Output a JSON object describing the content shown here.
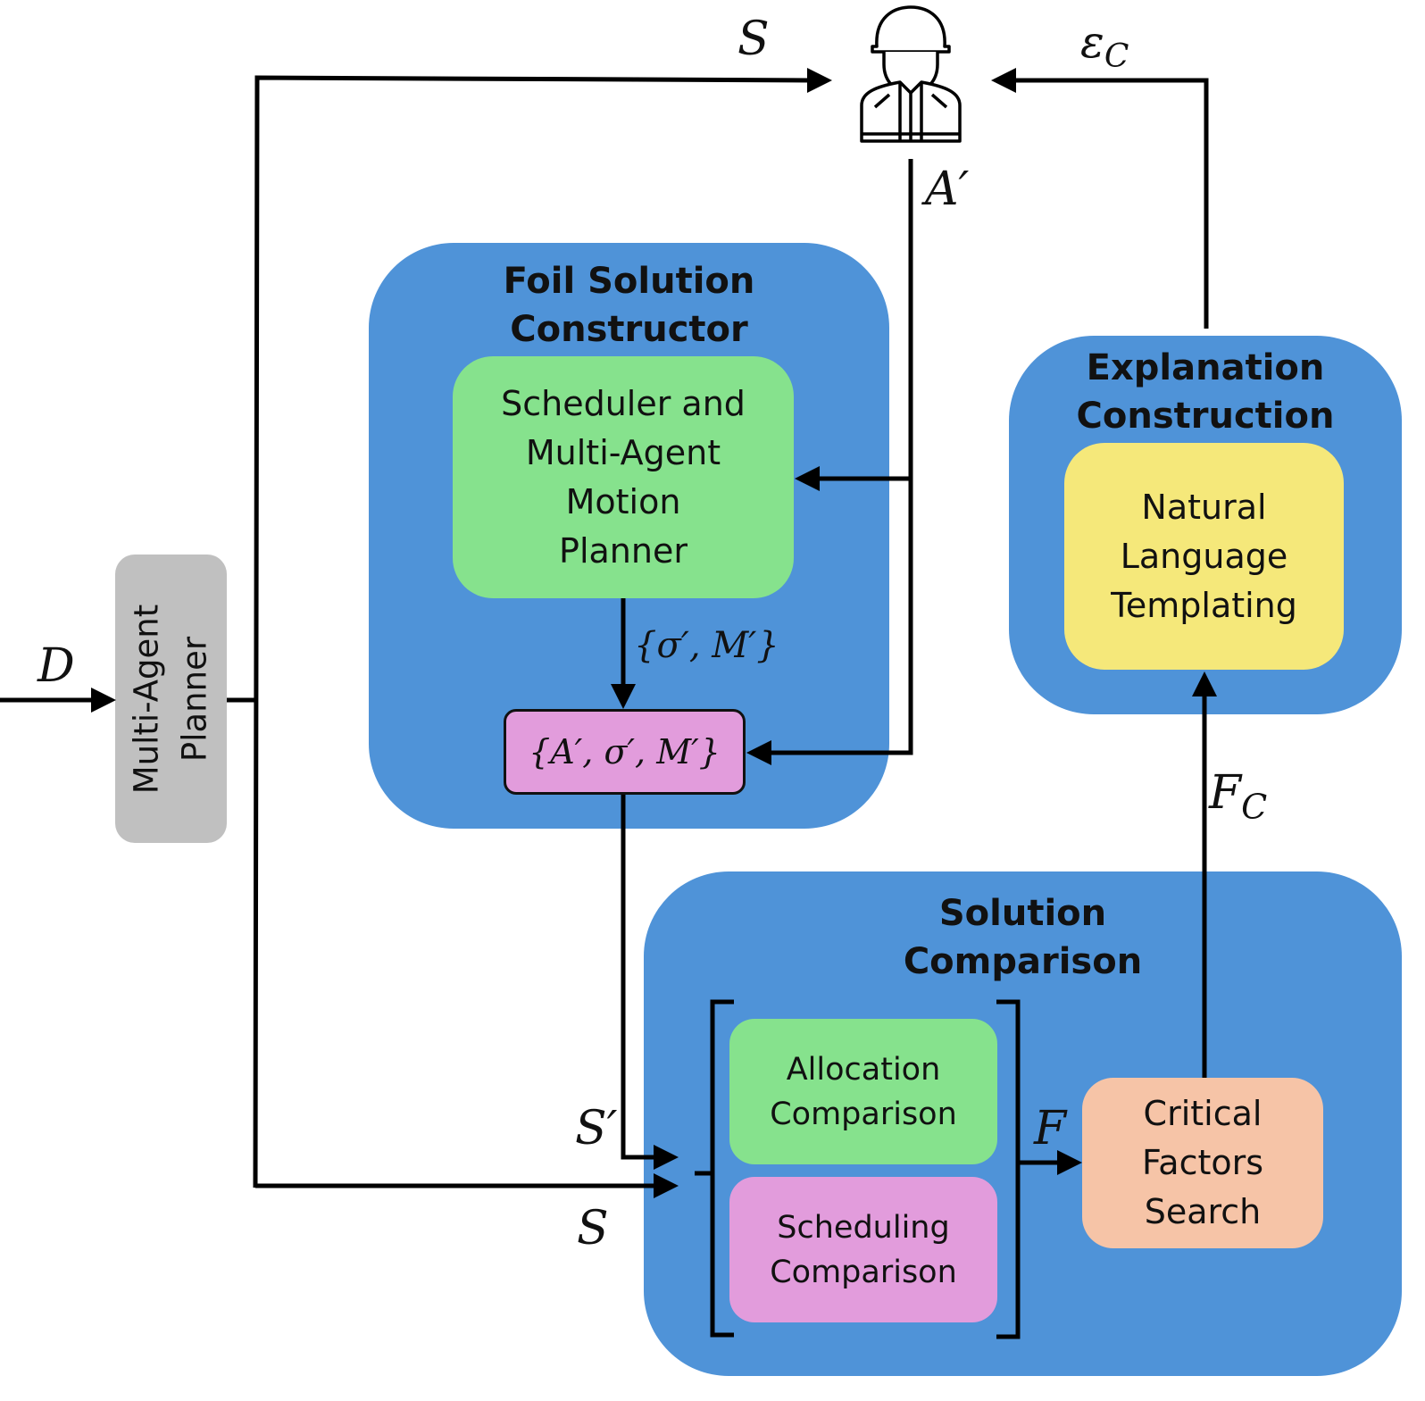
{
  "user_icon": "soldier-user-icon",
  "colors": {
    "group_blue": "#4f93d8",
    "green": "#86e28d",
    "pink": "#e29cdc",
    "yellow": "#f5e87a",
    "peach": "#f6c4a7",
    "gray": "#c0c0c0"
  },
  "blocks": {
    "multi_agent_planner": "Multi-Agent\nPlanner",
    "foil_constructor_title": "Foil Solution\nConstructor",
    "scheduler_planner": "Scheduler and\nMulti-Agent\nMotion\nPlanner",
    "foil_set": "{A′, σ′, M′}",
    "explanation_title": "Explanation\nConstruction",
    "nl_templating": "Natural\nLanguage\nTemplating",
    "solution_comparison_title": "Solution\nComparison",
    "allocation_comparison": "Allocation\nComparison",
    "scheduling_comparison": "Scheduling\nComparison",
    "critical_factors": "Critical\nFactors\nSearch"
  },
  "labels": {
    "D": "D",
    "S_top": "S",
    "epsilon_c": "ε",
    "epsilon_c_sub": "C",
    "A_prime": "A′",
    "sigma_m": "{σ′, M′}",
    "F_c": "F",
    "F_c_sub": "C",
    "F": "F",
    "S_prime": "S′",
    "S_bottom": "S"
  }
}
